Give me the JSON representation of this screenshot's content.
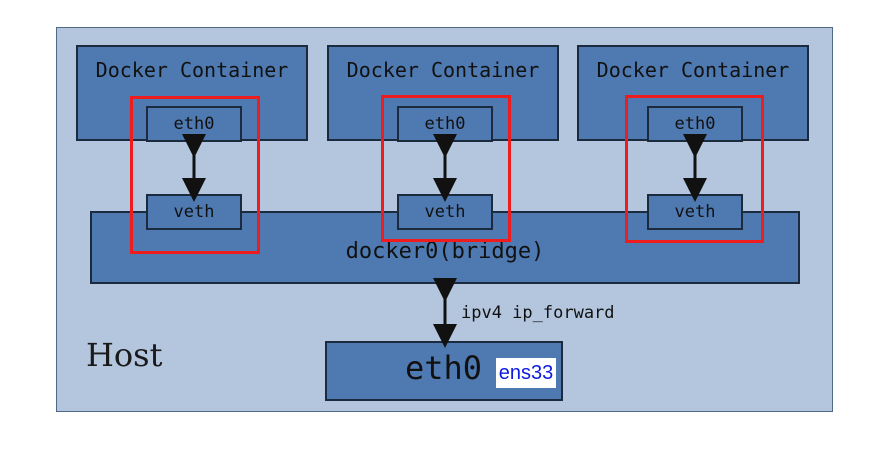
{
  "host": {
    "label": "Host"
  },
  "containers": [
    {
      "title": "Docker Container",
      "eth": "eth0",
      "veth": "veth"
    },
    {
      "title": "Docker Container",
      "eth": "eth0",
      "veth": "veth"
    },
    {
      "title": "Docker Container",
      "eth": "eth0",
      "veth": "veth"
    }
  ],
  "bridge": {
    "label": "docker0(bridge)"
  },
  "forward": {
    "label": "ipv4 ip_forward"
  },
  "host_eth": {
    "label": "eth0",
    "badge": "ens33"
  },
  "colors": {
    "host_bg": "#b3c6de",
    "box_fill": "#4e7ab1",
    "box_border": "#1c2a3e",
    "highlight": "#ee1c1c",
    "badge_text": "#0b1be0"
  }
}
